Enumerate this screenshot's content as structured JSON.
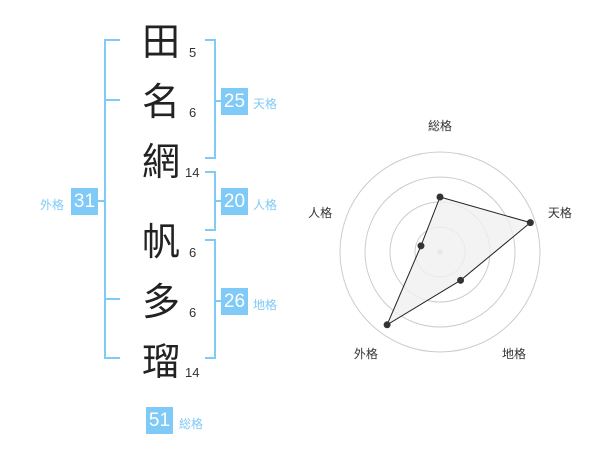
{
  "name": {
    "characters": [
      {
        "char": "田",
        "strokes": "5"
      },
      {
        "char": "名",
        "strokes": "6"
      },
      {
        "char": "網",
        "strokes": "14"
      },
      {
        "char": "帆",
        "strokes": "6"
      },
      {
        "char": "多",
        "strokes": "6"
      },
      {
        "char": "瑠",
        "strokes": "14"
      }
    ]
  },
  "scores": {
    "tenkaku": {
      "value": "25",
      "label": "天格"
    },
    "jinkaku": {
      "value": "20",
      "label": "人格"
    },
    "chikaku": {
      "value": "26",
      "label": "地格"
    },
    "gaikaku": {
      "value": "31",
      "label": "外格"
    },
    "soukaku": {
      "value": "51",
      "label": "総格"
    }
  },
  "chart_data": {
    "type": "radar",
    "axes": [
      "総格",
      "天格",
      "地格",
      "外格",
      "人格"
    ],
    "values": [
      0.55,
      0.95,
      0.35,
      0.9,
      0.2
    ],
    "rings": 4,
    "line_color": "#222222",
    "fill_color": "#f0f0f0",
    "ring_color": "#cccccc"
  },
  "colors": {
    "accent": "#7fcaf6"
  }
}
